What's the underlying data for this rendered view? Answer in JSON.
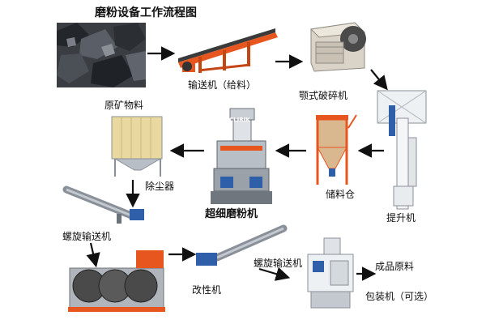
{
  "title": "磨粉设备工作流程图",
  "labels": {
    "raw_material": "原矿物料",
    "conveyor": "输送机（给料）",
    "jaw_crusher": "颚式破碎机",
    "elevator": "提升机",
    "storage_bin": "储料仓",
    "grinding_mill": "超细磨粉机",
    "dust_collector": "除尘器",
    "screw_conveyor_1": "螺旋输送机",
    "modifier": "改性机",
    "screw_conveyor_2": "螺旋输送机",
    "packing_machine": "包装机（可选）",
    "finished_product": "成品原料"
  },
  "mill_brand": "CLIRIK",
  "colors": {
    "arrow": "#111111",
    "conveyor_orange": "#e8561f",
    "steel_gray": "#8a9099",
    "dust_yellow": "#e9d9a0",
    "blue_motor": "#2f5fa8"
  }
}
